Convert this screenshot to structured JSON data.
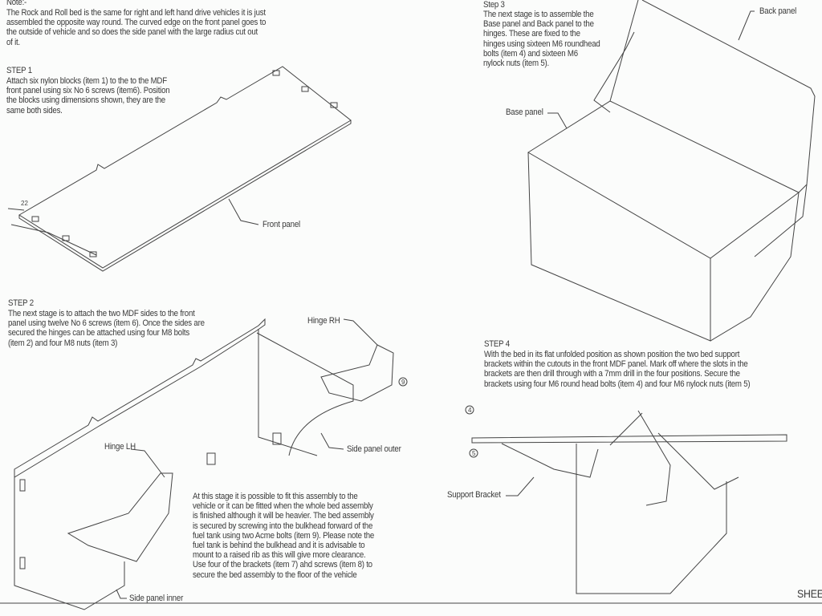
{
  "note": {
    "heading": "Note:-",
    "body": "The Rock and Roll bed is the same for right and left hand drive vehicles it is just\nassembled the opposite way round. The curved edge on the front panel goes to\nthe outside of vehicle and so does the side panel with the large radius cut out\nof it."
  },
  "step1": {
    "heading": "STEP 1",
    "body": "Attach six nylon blocks (item 1) to the to the MDF\nfront panel using six No 6 screws (item6). Position\nthe blocks using dimensions shown, they are the\nsame both sides.",
    "labels": {
      "front_panel": "Front panel",
      "dim": "22"
    }
  },
  "step2": {
    "heading": "STEP 2",
    "body": "The next stage is to attach the two MDF sides to the front\npanel using twelve No 6 screws (item 6). Once the sides are\nsecured the hinges can be attached using four M8 bolts\n(item 2) and four M8 nuts (item 3)",
    "labels": {
      "hinge_rh": "Hinge RH",
      "hinge_lh": "Hinge LH",
      "side_panel_outer": "Side panel outer",
      "side_panel_inner": "Side panel inner",
      "callout_9": "9"
    },
    "note": "At this stage it is possible to fit this assembly to the\nvehicle or it can be fitted when the whole bed assembly\nis finished although it will be heavier. The bed assembly\nis secured by screwing into the bulkhead forward of the\nfuel tank using two Acme bolts (item 9). Please note the\nfuel tank is behind the bulkhead and it is advisable to\nmount to a raised rib as this will give more clearance.\nUse four of the brackets (item 7) ahd screws (item 8) to\nsecure the bed assembly to the floor of the vehicle"
  },
  "step3": {
    "heading": "Step 3",
    "body": "The next stage is to assemble the\nBase panel and Back panel to the\nhinges. These are fixed to the\nhinges using sixteen M6 roundhead\nbolts (item 4) and sixteen M6\nnylock nuts (item 5).",
    "labels": {
      "back_panel": "Back panel",
      "base_panel": "Base panel"
    }
  },
  "step4": {
    "heading": "STEP 4",
    "body": "With the bed in its flat unfolded position as shown position the two bed support\nbrackets within the cutouts in the front MDF panel. Mark off where the slots in the\nbrackets are then drill through with a 7mm drill in the four positions. Secure the\nbrackets using four M6 round head bolts (item 4) and four M6 nylock nuts (item 5)",
    "labels": {
      "support_bracket": "Support Bracket",
      "callout_4": "4",
      "callout_5": "5"
    }
  },
  "footer": {
    "sheet": "SHEE"
  }
}
